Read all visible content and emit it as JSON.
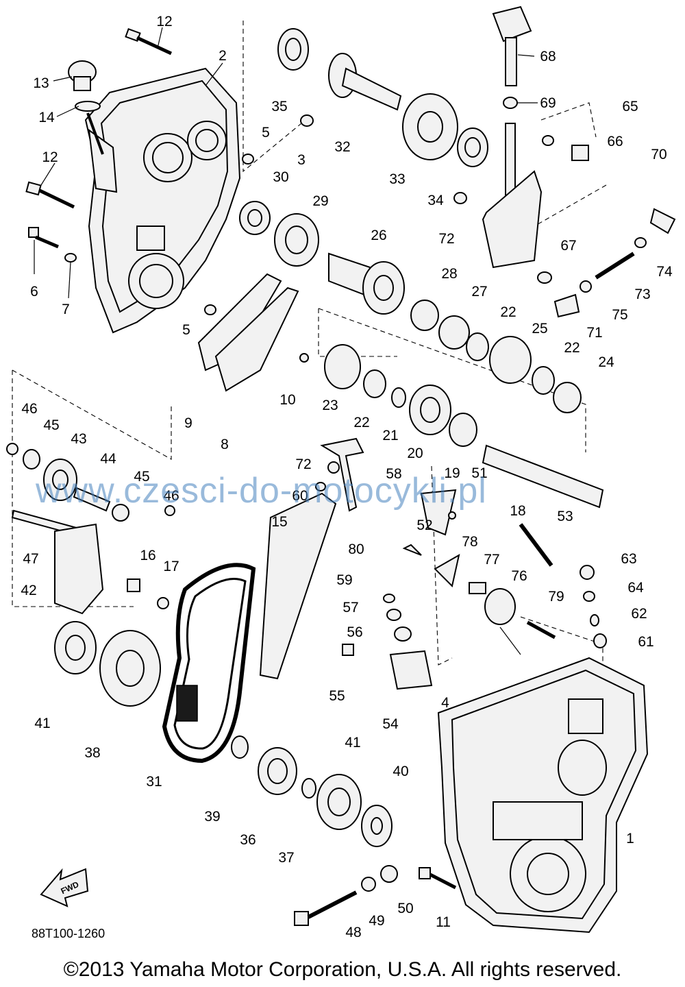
{
  "diagram": {
    "fwd_label": "FWD",
    "reference_code": "88T100-1260",
    "watermark": "www.czesci-do-motocykli.pl",
    "copyright": "©2013 Yamaha Motor Corporation, U.S.A. All rights reserved."
  },
  "callouts": [
    "1",
    "2",
    "3",
    "4",
    "5",
    "5",
    "5",
    "6",
    "7",
    "8",
    "9",
    "10",
    "11",
    "12",
    "12",
    "13",
    "14",
    "15",
    "16",
    "17",
    "18",
    "19",
    "20",
    "21",
    "22",
    "22",
    "22",
    "23",
    "24",
    "25",
    "26",
    "27",
    "28",
    "29",
    "30",
    "31",
    "32",
    "33",
    "34",
    "35",
    "36",
    "37",
    "38",
    "39",
    "40",
    "41",
    "41",
    "42",
    "43",
    "44",
    "45",
    "45",
    "46",
    "46",
    "47",
    "48",
    "49",
    "50",
    "51",
    "52",
    "53",
    "54",
    "55",
    "56",
    "57",
    "58",
    "59",
    "60",
    "61",
    "62",
    "63",
    "64",
    "65",
    "66",
    "67",
    "68",
    "69",
    "70",
    "71",
    "72",
    "72",
    "73",
    "74",
    "75",
    "76",
    "77",
    "78",
    "79",
    "80"
  ]
}
